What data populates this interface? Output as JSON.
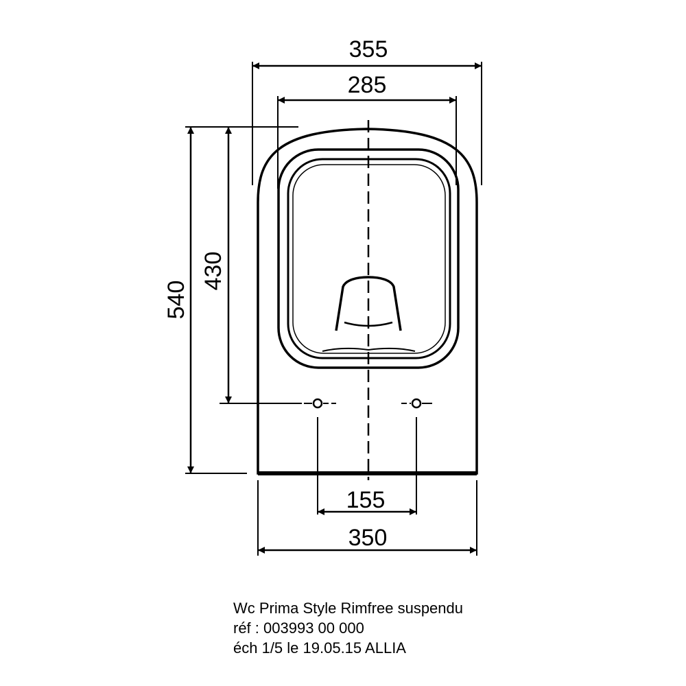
{
  "dimensions": {
    "width_top_overall": "355",
    "width_top_inner": "285",
    "height_overall": "540",
    "height_to_fixings": "430",
    "fixing_spacing": "155",
    "width_bottom": "350"
  },
  "caption": {
    "line1": "Wc Prima Style Rimfree suspendu",
    "line2": "réf : 003993 00 000",
    "line3": "éch 1/5 le 19.05.15 ALLIA"
  }
}
